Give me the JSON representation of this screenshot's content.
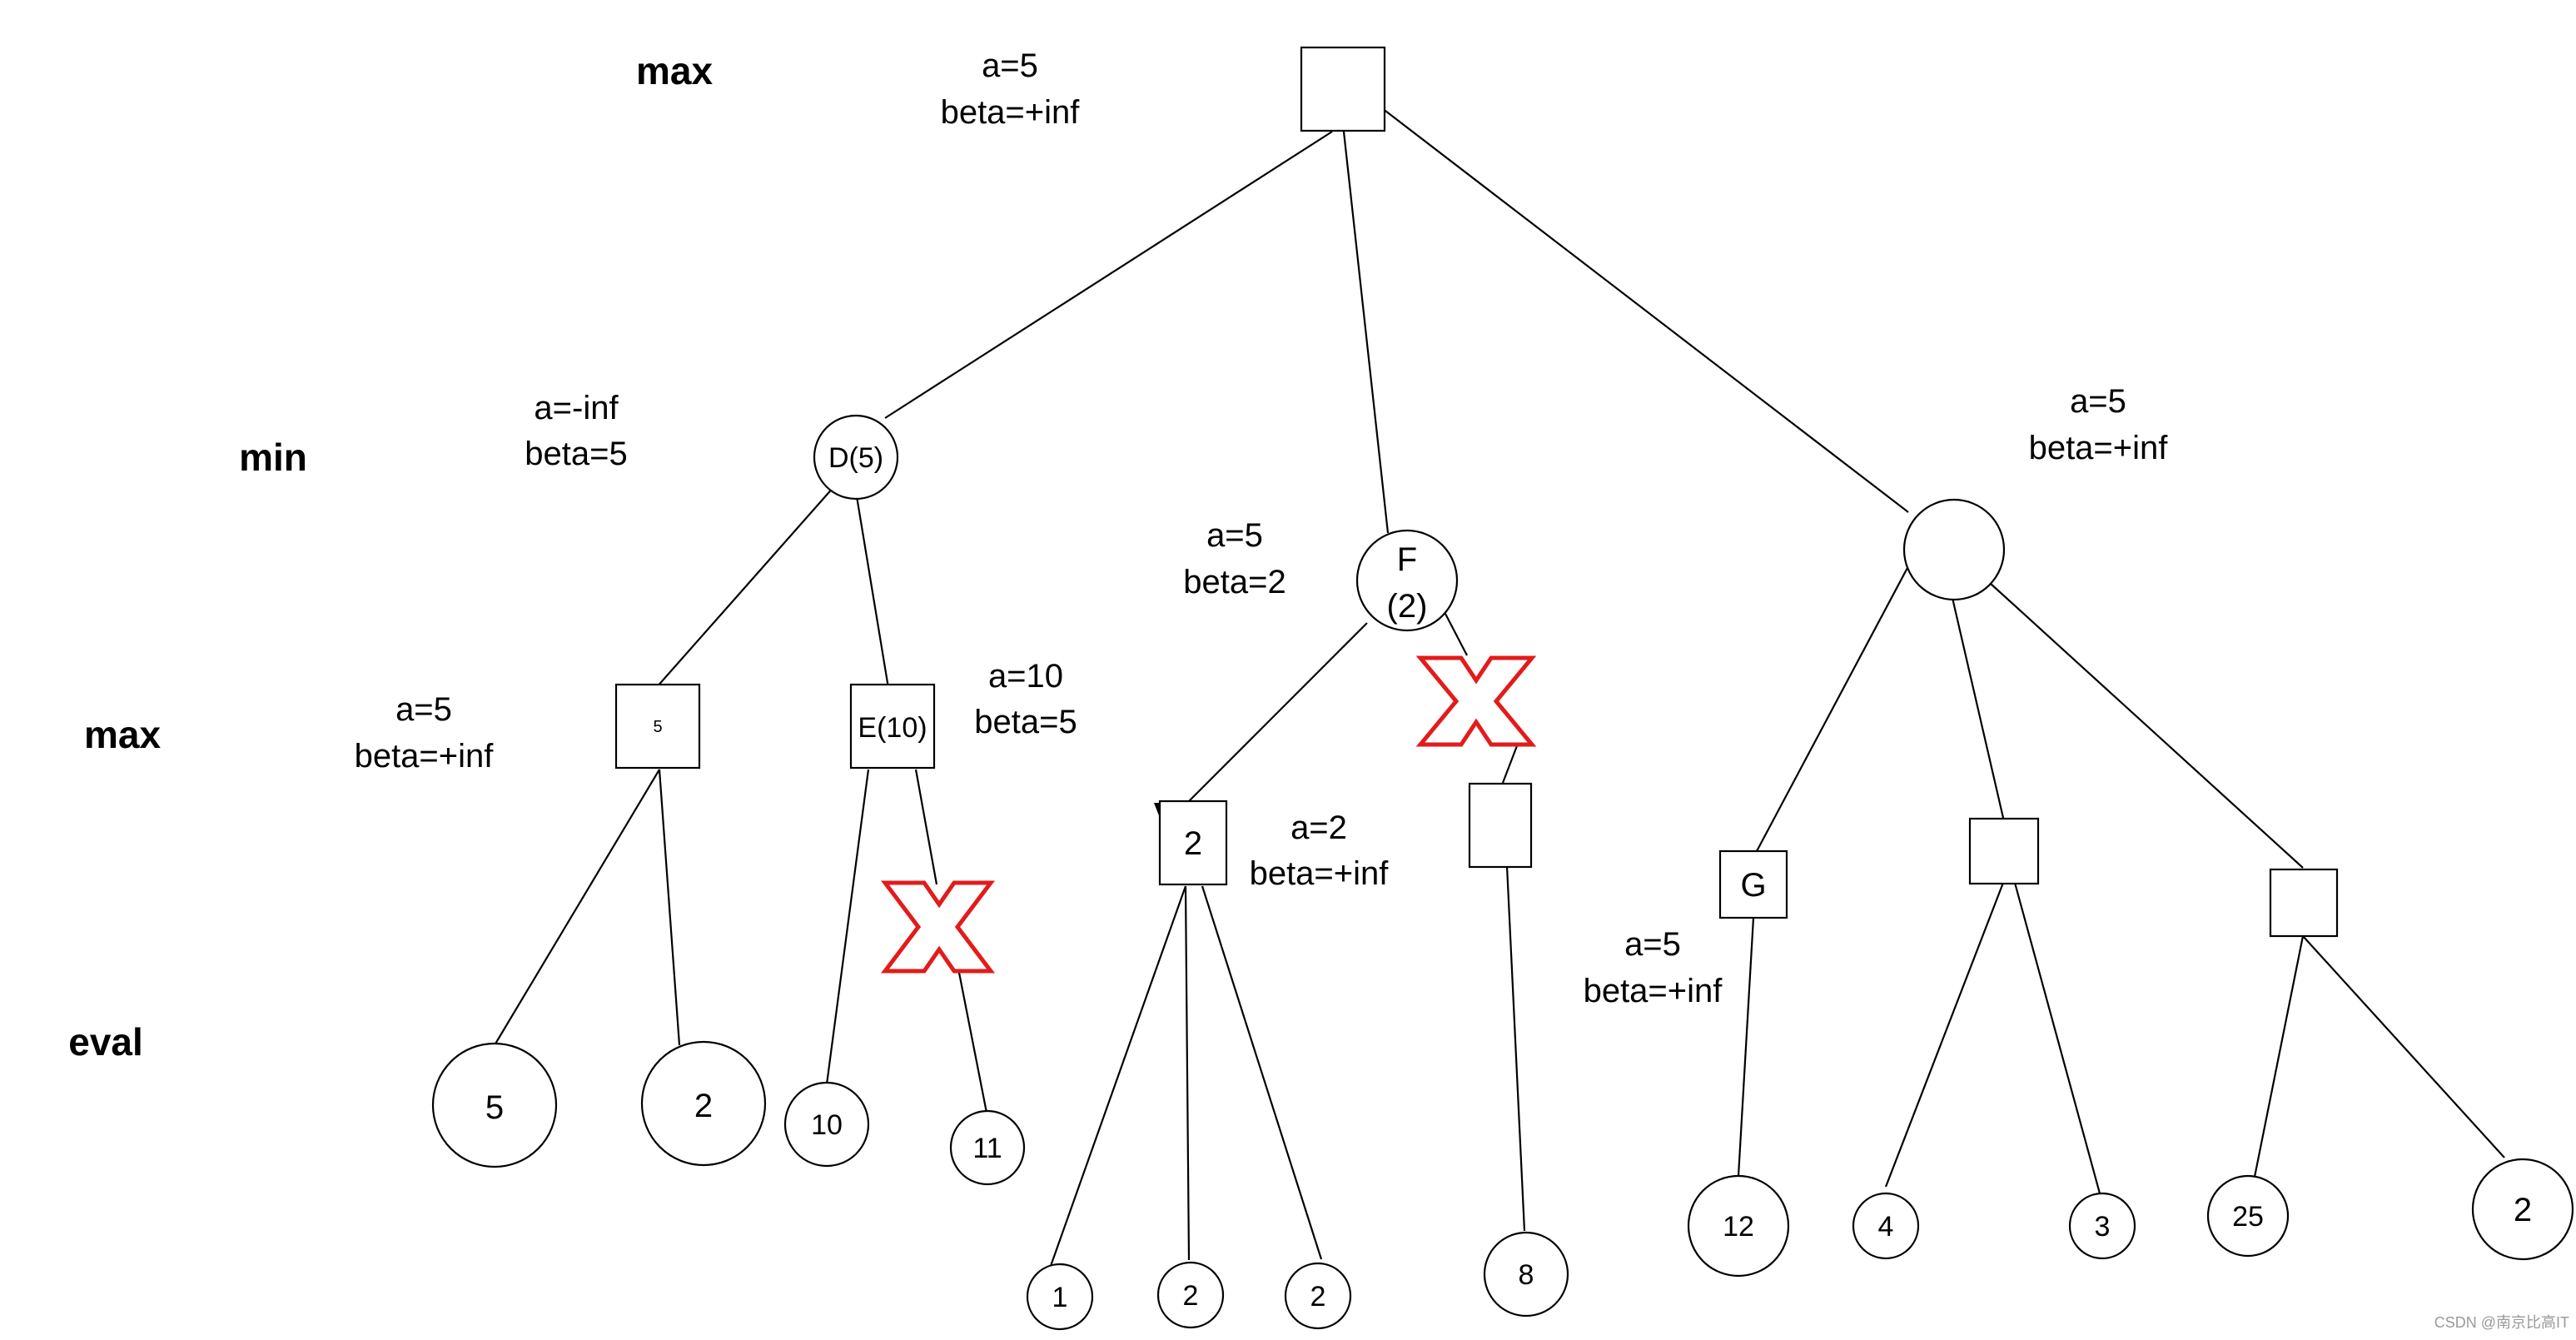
{
  "levels": [
    "max",
    "min",
    "max",
    "eval"
  ],
  "annotations": {
    "root": [
      "a=5",
      "beta=+inf"
    ],
    "d": [
      "a=-inf",
      "beta=5"
    ],
    "right": [
      "a=5",
      "beta=+inf"
    ],
    "f": [
      "a=5",
      "beta=2"
    ],
    "left_max": [
      "a=5",
      "beta=+inf"
    ],
    "e": [
      "a=10",
      "beta=5"
    ],
    "two": [
      "a=2",
      "beta=+inf"
    ],
    "g": [
      "a=5",
      "beta=+inf"
    ]
  },
  "nodes": {
    "d": "D(5)",
    "f_line1": "F",
    "f_line2": "(2)",
    "max5": "5",
    "e": "E(10)",
    "max2": "2",
    "g": "G"
  },
  "leaves": [
    "5",
    "2",
    "10",
    "11",
    "1",
    "2",
    "2",
    "8",
    "12",
    "4",
    "3",
    "25",
    "2"
  ],
  "watermark": "CSDN @南京比高IT",
  "colors": {
    "cut": "#e31b1b",
    "line": "#000000"
  }
}
